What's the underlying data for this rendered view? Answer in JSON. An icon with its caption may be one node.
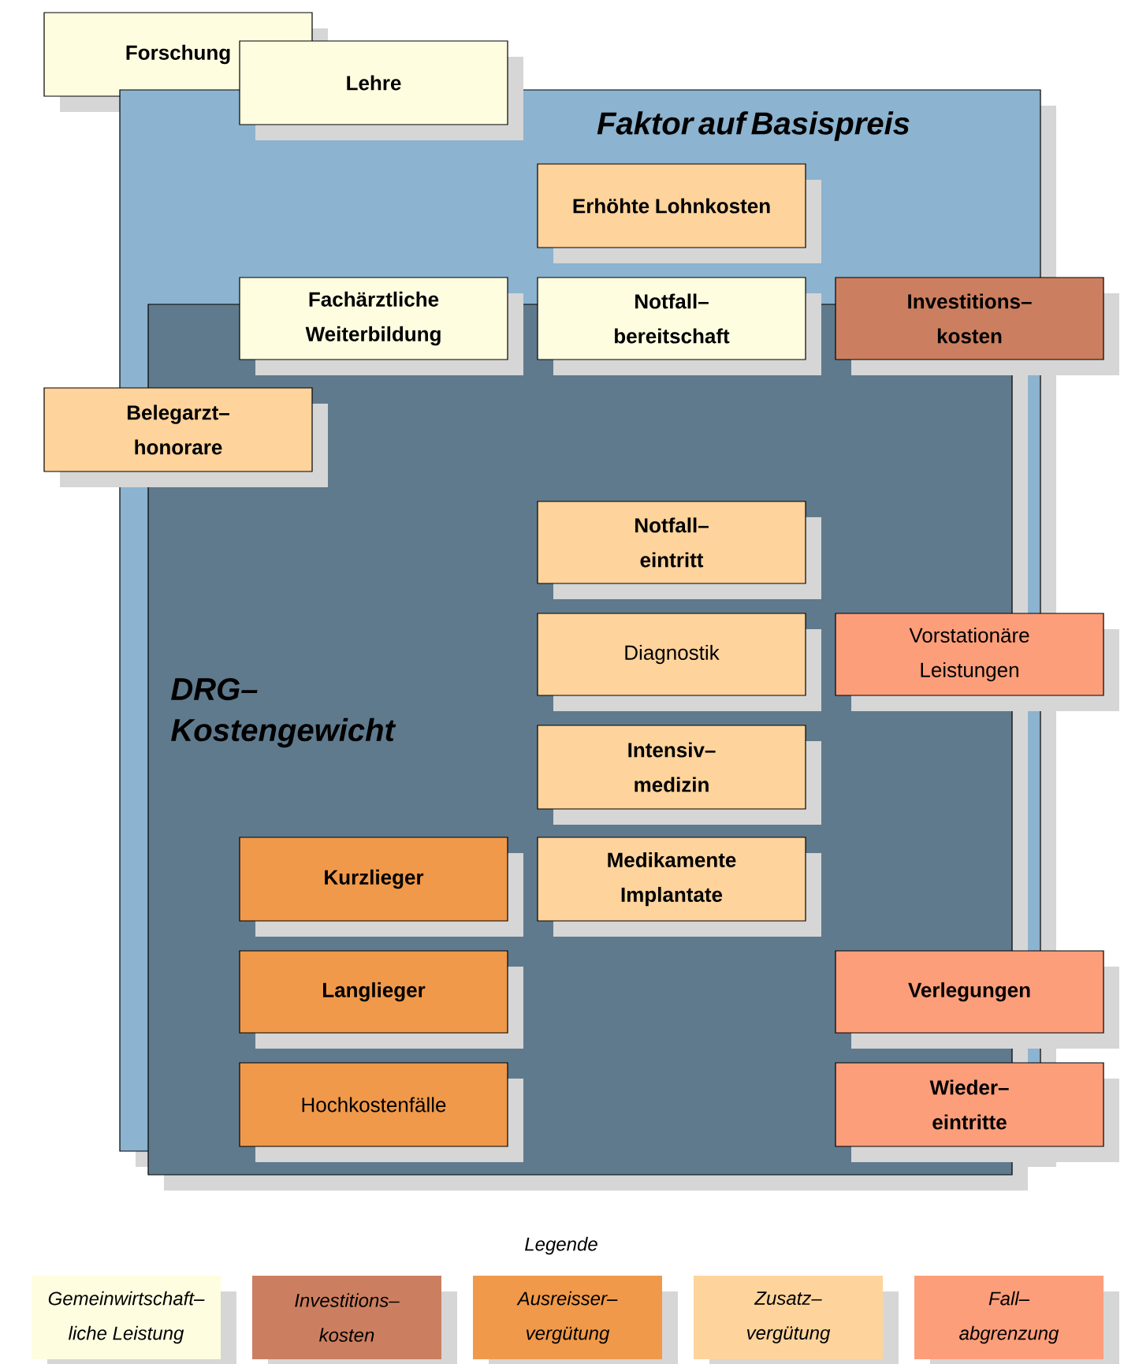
{
  "diagram": {
    "nodes": [
      {
        "text": [
          "Forschung"
        ]
      },
      {
        "text": [
          "Lehre"
        ]
      },
      {
        "text": [
          "Faktor auf Basispreis"
        ]
      },
      {
        "text": [
          "Erhöhte Lohnkosten"
        ],
        "in": 2
      },
      {
        "text": [
          "Fachärztliche Weiterbildung"
        ],
        "in": 2
      },
      {
        "text": [
          "Notfall– bereitschaft"
        ],
        "in": 2
      },
      {
        "text": [
          "Investitions– kosten"
        ]
      },
      {
        "text": [
          "DRG– Kostengewicht"
        ],
        "in": 2
      },
      {
        "text": [
          "Belegarzt– honorare"
        ]
      },
      {
        "text": [
          "Notfall– eintritt"
        ],
        "in": 7
      },
      {
        "text": [
          "Diagnostik"
        ],
        "in": 7
      },
      {
        "text": [
          "Vorstationäre Leistungen"
        ]
      },
      {
        "text": [
          "Intensiv– medizin"
        ],
        "in": 7
      },
      {
        "text": [
          "Kurzlieger"
        ],
        "in": 7
      },
      {
        "text": [
          "Medikamente Implantate"
        ],
        "in": 7
      },
      {
        "text": [
          "Langlieger"
        ],
        "in": 7
      },
      {
        "text": [
          "Verlegungen"
        ]
      },
      {
        "text": [
          "Hochkostenfälle"
        ],
        "in": 7
      },
      {
        "text": [
          "Wieder– eintritte"
        ]
      }
    ],
    "labels": [
      "Legende"
    ],
    "legend": [
      {
        "text": "Gemeinwirtschaft– liche Leistung",
        "color": "#fffde0"
      },
      {
        "text": "Investitions– kosten",
        "color": "#cc7f60"
      },
      {
        "text": "Ausreisser– vergütung",
        "color": "#f0994a"
      },
      {
        "text": "Zusatz– vergütung",
        "color": "#fed39c"
      },
      {
        "text": "Fall– abgrenzung",
        "color": "#fd9e7a"
      }
    ]
  }
}
